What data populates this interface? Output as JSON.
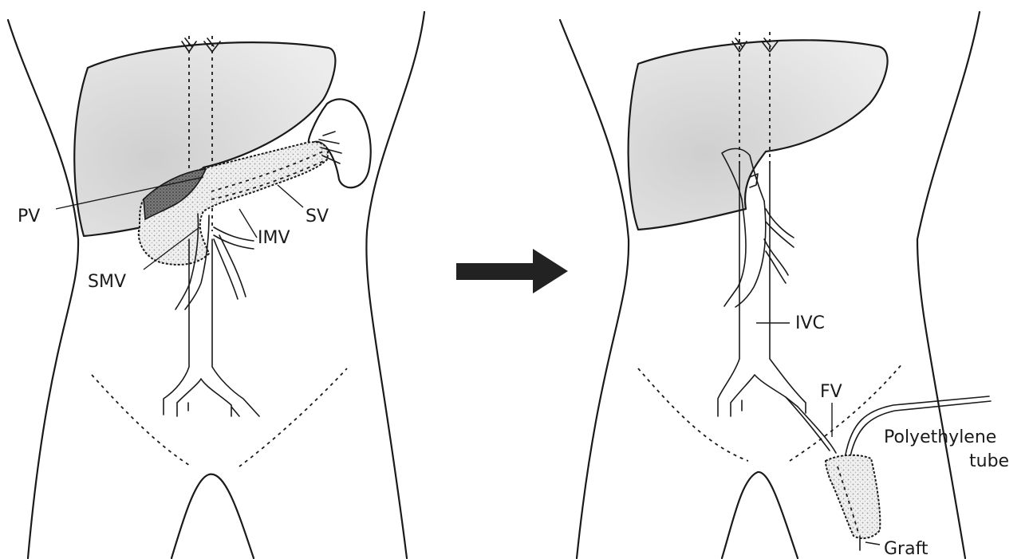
{
  "labels": {
    "pv": "PV",
    "sv": "SV",
    "smv": "SMV",
    "imv": "IMV",
    "ivc": "IVC",
    "fv": "FV",
    "polyethylene_line1": "Polyethylene",
    "polyethylene_line2": "tube",
    "graft": "Graft"
  },
  "colors": {
    "ink": "#1a1a1a",
    "liver_shade": "#dcdcdc",
    "pancreas_shade": "#e4e4e4",
    "pv_shade": "#9a9a9a",
    "arrow": "#222222"
  }
}
